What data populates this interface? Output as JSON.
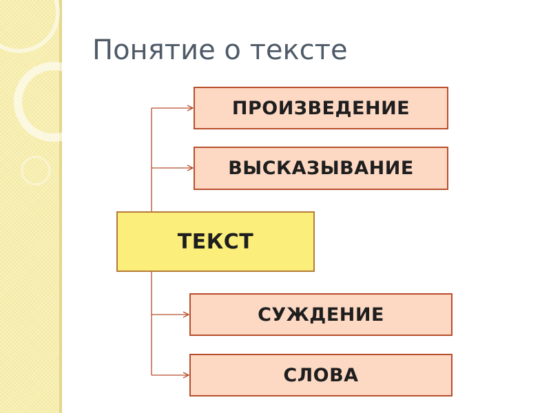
{
  "slide": {
    "title": "Понятие о тексте"
  },
  "diagram": {
    "root": {
      "label": "ТЕКСТ"
    },
    "children": [
      {
        "label": "ПРОИЗВЕДЕНИЕ"
      },
      {
        "label": "ВЫСКАЗЫВАНИЕ"
      },
      {
        "label": "СУЖДЕНИЕ"
      },
      {
        "label": "СЛОВА"
      }
    ]
  },
  "colors": {
    "side_band": "#f7eeae",
    "title_text": "#4e5a67",
    "child_fill": "#fdd9c4",
    "child_border": "#b74d2b",
    "root_fill": "#fbee7a",
    "root_border": "#b57a38",
    "connector": "#b74d2b"
  }
}
